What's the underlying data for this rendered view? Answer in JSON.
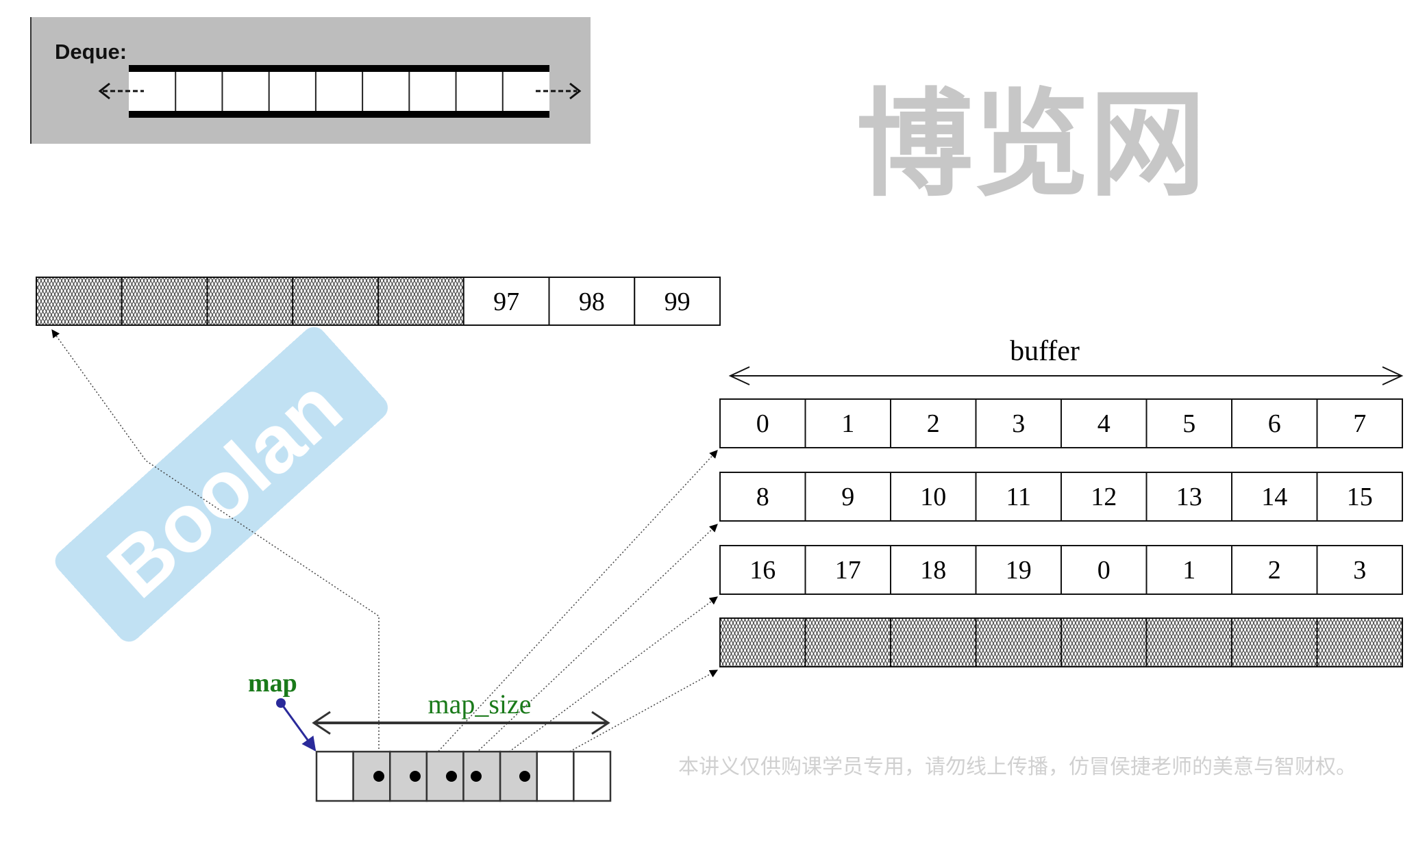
{
  "deque_panel": {
    "label": "Deque:",
    "cell_count": 9
  },
  "top_row": {
    "hatched_count": 5,
    "values": [
      "97",
      "98",
      "99"
    ]
  },
  "buffer": {
    "label": "buffer",
    "rows": [
      [
        "0",
        "1",
        "2",
        "3",
        "4",
        "5",
        "6",
        "7"
      ],
      [
        "8",
        "9",
        "10",
        "11",
        "12",
        "13",
        "14",
        "15"
      ],
      [
        "16",
        "17",
        "18",
        "19",
        "0",
        "1",
        "2",
        "3"
      ],
      [
        "",
        "",
        "",
        "",
        "",
        "",
        "",
        ""
      ]
    ],
    "hatched_rows": [
      3
    ]
  },
  "map": {
    "label": "map",
    "size_label": "map_size",
    "cell_count": 8,
    "used_cells": [
      1,
      2,
      3,
      4,
      5
    ],
    "label_color": "#1a7a1a",
    "pointer_color": "#2a2a9a"
  },
  "watermark": {
    "logo": "Boolan",
    "brand": "博览网",
    "notice": "本讲义仅供购课学员专用，请勿线上传播，仿冒侯捷老师的美意与智财权。"
  }
}
